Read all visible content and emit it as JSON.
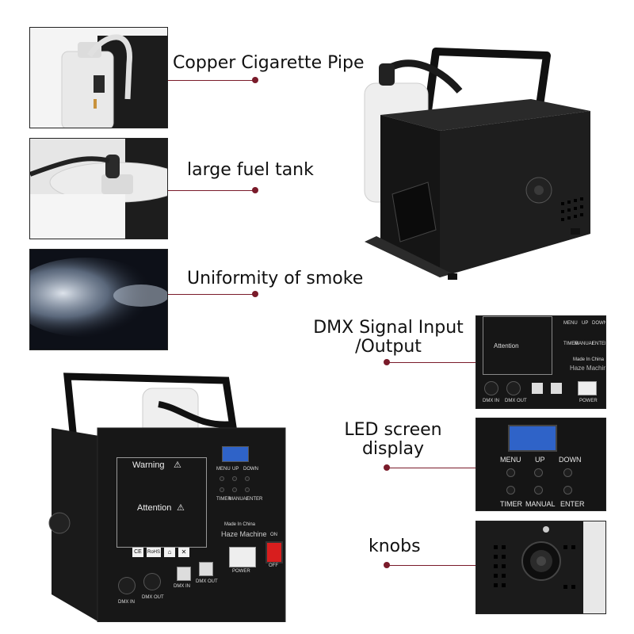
{
  "callouts": {
    "copper_pipe": "Copper Cigarette Pipe",
    "fuel_tank": "large fuel tank",
    "smoke": "Uniformity of smoke",
    "dmx_line1": "DMX Signal Input",
    "dmx_line2": "/Output",
    "led_line1": "LED screen",
    "led_line2": "display",
    "knobs": "knobs"
  },
  "panel": {
    "warning": "Warning",
    "attention": "Attention",
    "made_in": "Made In China",
    "product": "Haze Machine",
    "menu": "MENU",
    "up": "UP",
    "down": "DOWN",
    "timer": "TIMER",
    "manual": "MANUAL",
    "enter": "ENTER",
    "dmx_in": "DMX IN",
    "dmx_out": "DMX OUT",
    "power": "POWER",
    "on": "ON",
    "off": "OFF",
    "ce": "CE",
    "rohs": "RoHS"
  },
  "colors": {
    "accent": "#7a1b2a",
    "machine_body": "#1a1a1a",
    "lcd": "#2f63c8"
  }
}
